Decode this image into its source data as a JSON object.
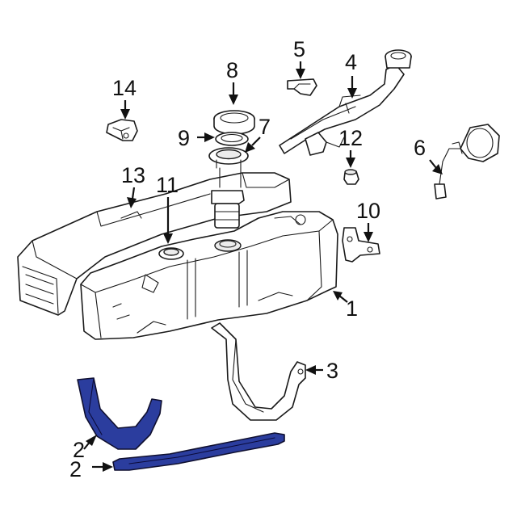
{
  "diagram": {
    "highlight_color": "#2b3d9e",
    "outline_color": "#1a1a1a",
    "background": "#ffffff",
    "callouts": {
      "c1": "1",
      "c2a": "2",
      "c2b": "2",
      "c3": "3",
      "c4": "4",
      "c5": "5",
      "c6": "6",
      "c7": "7",
      "c8": "8",
      "c9": "9",
      "c10": "10",
      "c11": "11",
      "c12": "12",
      "c13": "13",
      "c14": "14"
    }
  }
}
